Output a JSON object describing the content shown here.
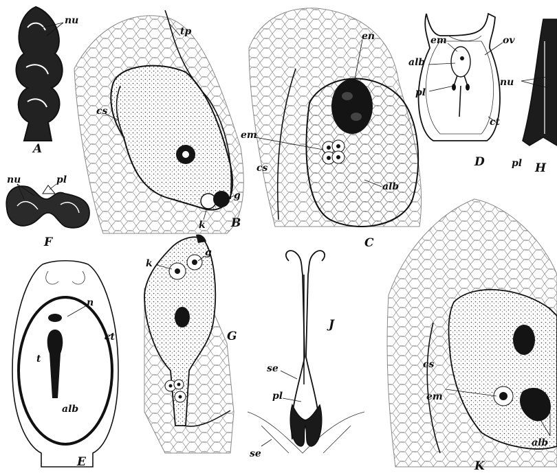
{
  "figures": [
    {
      "id": "A",
      "caption": "A",
      "labels": [
        "nu"
      ]
    },
    {
      "id": "B",
      "caption": "B",
      "labels": [
        "tp",
        "cs",
        "g",
        "k"
      ]
    },
    {
      "id": "C",
      "caption": "C",
      "labels": [
        "en",
        "em",
        "cs",
        "alb"
      ]
    },
    {
      "id": "D",
      "caption": "D",
      "labels": [
        "em",
        "alb",
        "ov",
        "pl",
        "ct"
      ]
    },
    {
      "id": "H",
      "caption": "H",
      "labels": [
        "nu",
        "pl"
      ]
    },
    {
      "id": "F",
      "caption": "F",
      "labels": [
        "nu",
        "pl"
      ]
    },
    {
      "id": "E",
      "caption": "E",
      "labels": [
        "n",
        "t",
        "ct",
        "alb"
      ]
    },
    {
      "id": "G",
      "caption": "G",
      "labels": [
        "k",
        "g"
      ]
    },
    {
      "id": "J",
      "caption": "J",
      "labels": [
        "se",
        "pl",
        "se"
      ]
    },
    {
      "id": "K",
      "caption": "K",
      "labels": [
        "cs",
        "em",
        "alb"
      ]
    }
  ]
}
